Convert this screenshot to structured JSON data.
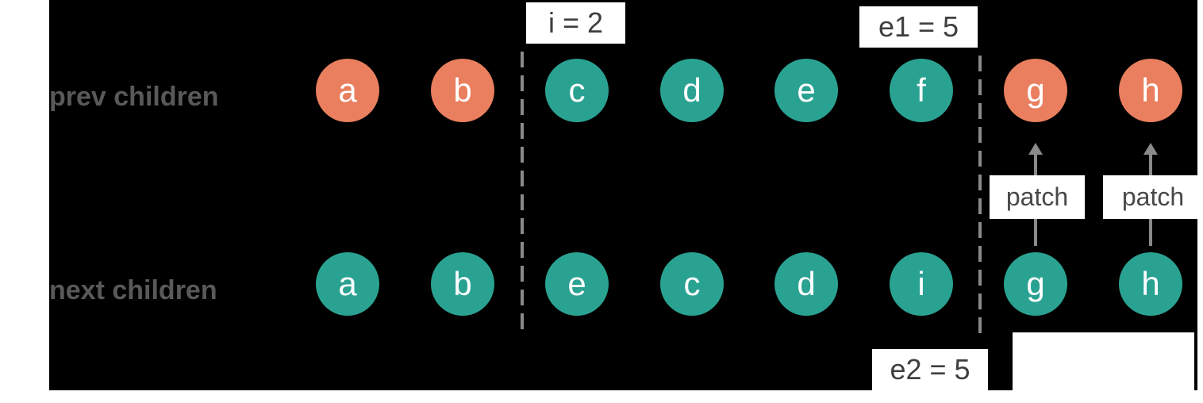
{
  "colors": {
    "background": "#000000",
    "page": "#ffffff",
    "teal": "#2aa292",
    "salmon": "#e97f5f",
    "row_label_text": "#59595b",
    "marker_text": "#3f3f41",
    "line_gray": "#8a8a8c",
    "node_letter": "#ffffff"
  },
  "rows": {
    "prev": {
      "label": "prev children",
      "nodes": [
        {
          "letter": "a",
          "color": "salmon"
        },
        {
          "letter": "b",
          "color": "salmon"
        },
        {
          "letter": "c",
          "color": "teal"
        },
        {
          "letter": "d",
          "color": "teal"
        },
        {
          "letter": "e",
          "color": "teal"
        },
        {
          "letter": "f",
          "color": "teal"
        },
        {
          "letter": "g",
          "color": "salmon"
        },
        {
          "letter": "h",
          "color": "salmon"
        }
      ]
    },
    "next": {
      "label": "next children",
      "nodes": [
        {
          "letter": "a",
          "color": "teal"
        },
        {
          "letter": "b",
          "color": "teal"
        },
        {
          "letter": "e",
          "color": "teal"
        },
        {
          "letter": "c",
          "color": "teal"
        },
        {
          "letter": "d",
          "color": "teal"
        },
        {
          "letter": "i",
          "color": "teal"
        },
        {
          "letter": "g",
          "color": "teal"
        },
        {
          "letter": "h",
          "color": "teal"
        }
      ]
    }
  },
  "markers": {
    "i": "i = 2",
    "e1": "e1 = 5",
    "e2": "e2 = 5"
  },
  "patch": {
    "left": "patch",
    "right": "patch"
  }
}
